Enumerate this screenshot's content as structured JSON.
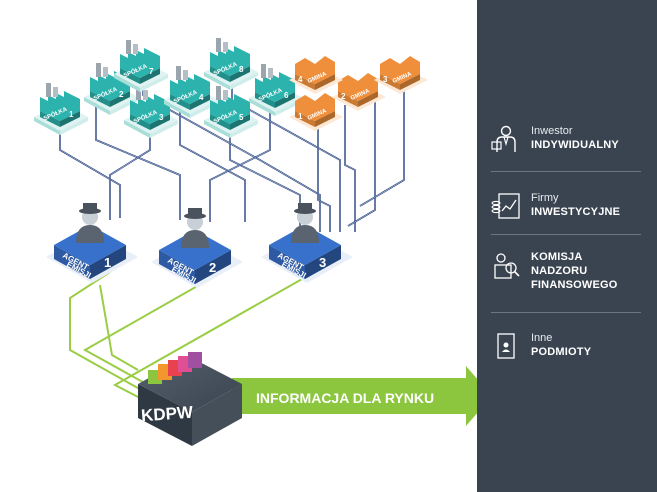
{
  "diagram": {
    "companies": [
      {
        "label": "SPÓŁKA",
        "num": "1"
      },
      {
        "label": "SPÓŁKA",
        "num": "2"
      },
      {
        "label": "SPÓŁKA",
        "num": "3"
      },
      {
        "label": "SPÓŁKA",
        "num": "4"
      },
      {
        "label": "SPÓŁKA",
        "num": "5"
      },
      {
        "label": "SPÓŁKA",
        "num": "6"
      },
      {
        "label": "SPÓŁKA",
        "num": "7"
      },
      {
        "label": "SPÓŁKA",
        "num": "8"
      }
    ],
    "municipalities": [
      {
        "label": "GMINA",
        "num": "1"
      },
      {
        "label": "GMINA",
        "num": "2"
      },
      {
        "label": "GMINA",
        "num": "3"
      },
      {
        "label": "GMINA",
        "num": "4"
      }
    ],
    "agents": [
      {
        "line1": "AGENT",
        "line2": "EMISJI",
        "num": "1"
      },
      {
        "line1": "AGENT",
        "line2": "EMISJI",
        "num": "2"
      },
      {
        "line1": "AGENT",
        "line2": "EMISJI",
        "num": "3"
      }
    ],
    "kdpw_label": "KDPW",
    "arrow_label": "INFORMACJA DLA RYNKU",
    "colors": {
      "company": "#2cb3ad",
      "municipality": "#ef8f3c",
      "agent": "#2d5aa3",
      "kdpw": "#3b4550",
      "arrow": "#8cc63f",
      "line_blue": "#23407f",
      "line_green": "#9acd45"
    }
  },
  "panel": {
    "items": [
      {
        "light": "Inwestor",
        "bold": "INDYWIDUALNY",
        "icon": "investor-icon"
      },
      {
        "light": "Firmy",
        "bold": "INWESTYCYJNE",
        "icon": "investment-firms-icon"
      },
      {
        "bold_lines": [
          "KOMISJA",
          "NADZORU",
          "FINANSOWEGO"
        ],
        "icon": "commission-icon"
      },
      {
        "light": "Inne",
        "bold": "PODMIOTY",
        "icon": "other-entities-icon"
      }
    ]
  }
}
